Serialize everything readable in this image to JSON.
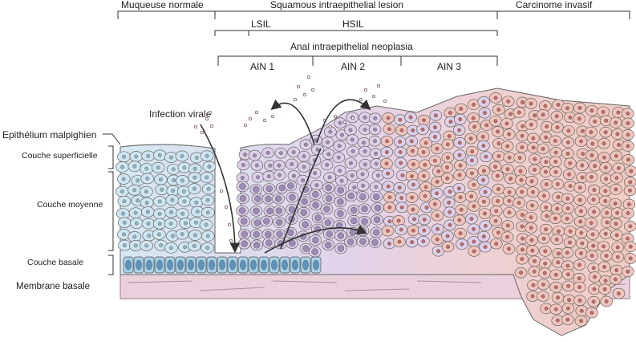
{
  "header": {
    "muqueuse_normale": "Muqueuse normale",
    "squamous_lesion": "Squamous intraepithelial lesion",
    "lsil": "LSIL",
    "hsil": "HSIL",
    "carcinome_invasif": "Carcinome invasif",
    "anal_neoplasia": "Anal intraepithelial neoplasia",
    "ain1": "AIN 1",
    "ain2": "AIN 2",
    "ain3": "AIN 3"
  },
  "labels": {
    "epithelium": "Epithélium malpighien",
    "couche_superficielle": "Couche superficielle",
    "couche_moyenne": "Couche moyenne",
    "couche_basale": "Couche basale",
    "membrane_basale": "Membrane basale",
    "infection_virale": "Infection virale"
  },
  "colors": {
    "normal_cell": "#cfe5ef",
    "normal_nucleus": "#8fb5c9",
    "basal_cell": "#a9d0e6",
    "dysplastic_cell": "#ddd0e6",
    "dysplastic_nucleus": "#9c8bb5",
    "carcinoma_cell": "#efc6bd",
    "carcinoma_nucleus": "#c46a6a",
    "membrane": "#e2b9cd",
    "outline": "#555555"
  }
}
